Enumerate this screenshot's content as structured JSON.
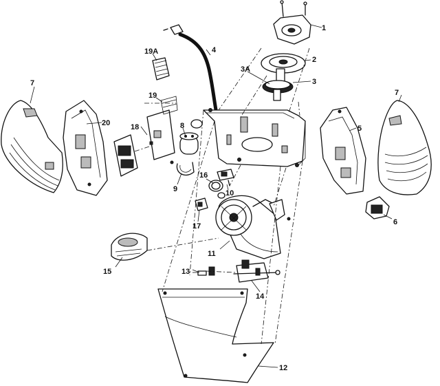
{
  "callouts": {
    "c1": "1",
    "c2": "2",
    "c3": "3",
    "c3a": "3A",
    "c4": "4",
    "c5": "5",
    "c6": "6",
    "c7_left": "7",
    "c7_right": "7",
    "c8": "8",
    "c9": "9",
    "c10": "10",
    "c11": "11",
    "c12": "12",
    "c13": "13",
    "c14": "14",
    "c15": "15",
    "c16": "16",
    "c17": "17",
    "c18": "18",
    "c19": "19",
    "c19a": "19A",
    "c20": "20"
  }
}
